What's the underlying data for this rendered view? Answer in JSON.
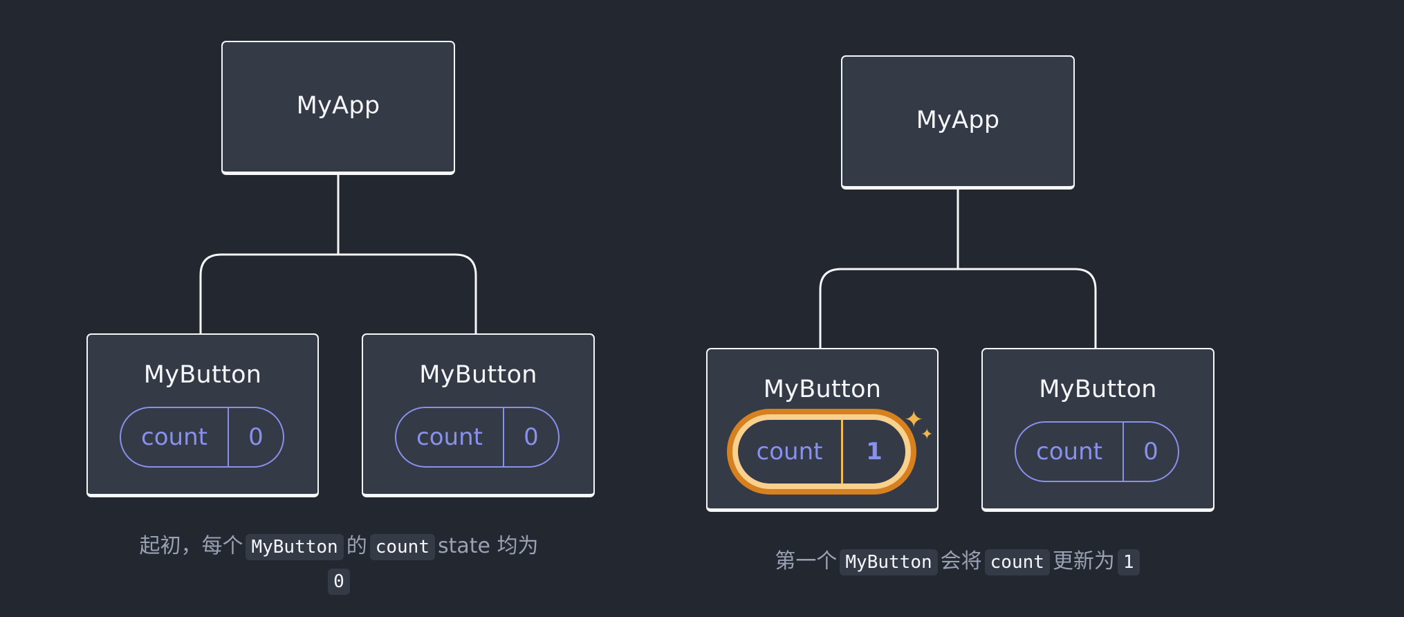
{
  "colors": {
    "background": "#23272f",
    "node_fill": "#343a46",
    "node_border": "#f6f7f9",
    "state_accent": "#8891ec",
    "highlight_outer": "#d6801f",
    "highlight_inner": "#f9d18e",
    "sparkle": "#f2b44c",
    "caption_text": "#99a1b3"
  },
  "left_diagram": {
    "root": {
      "label": "MyApp"
    },
    "children": [
      {
        "label": "MyButton",
        "state_label": "count",
        "state_value": "0"
      },
      {
        "label": "MyButton",
        "state_label": "count",
        "state_value": "0"
      }
    ],
    "caption": {
      "part1": "起初，每个",
      "code1": "MyButton",
      "part2": "的",
      "code2": "count",
      "part3": "state 均为",
      "code3": "0"
    }
  },
  "right_diagram": {
    "root": {
      "label": "MyApp"
    },
    "children": [
      {
        "label": "MyButton",
        "state_label": "count",
        "state_value": "1",
        "highlighted": true
      },
      {
        "label": "MyButton",
        "state_label": "count",
        "state_value": "0"
      }
    ],
    "caption": {
      "part1": "第一个",
      "code1": "MyButton",
      "part2": "会将",
      "code2": "count",
      "part3": "更新为",
      "code3": "1"
    }
  },
  "icons": {
    "highlight_marker": "sparkle-icon"
  }
}
